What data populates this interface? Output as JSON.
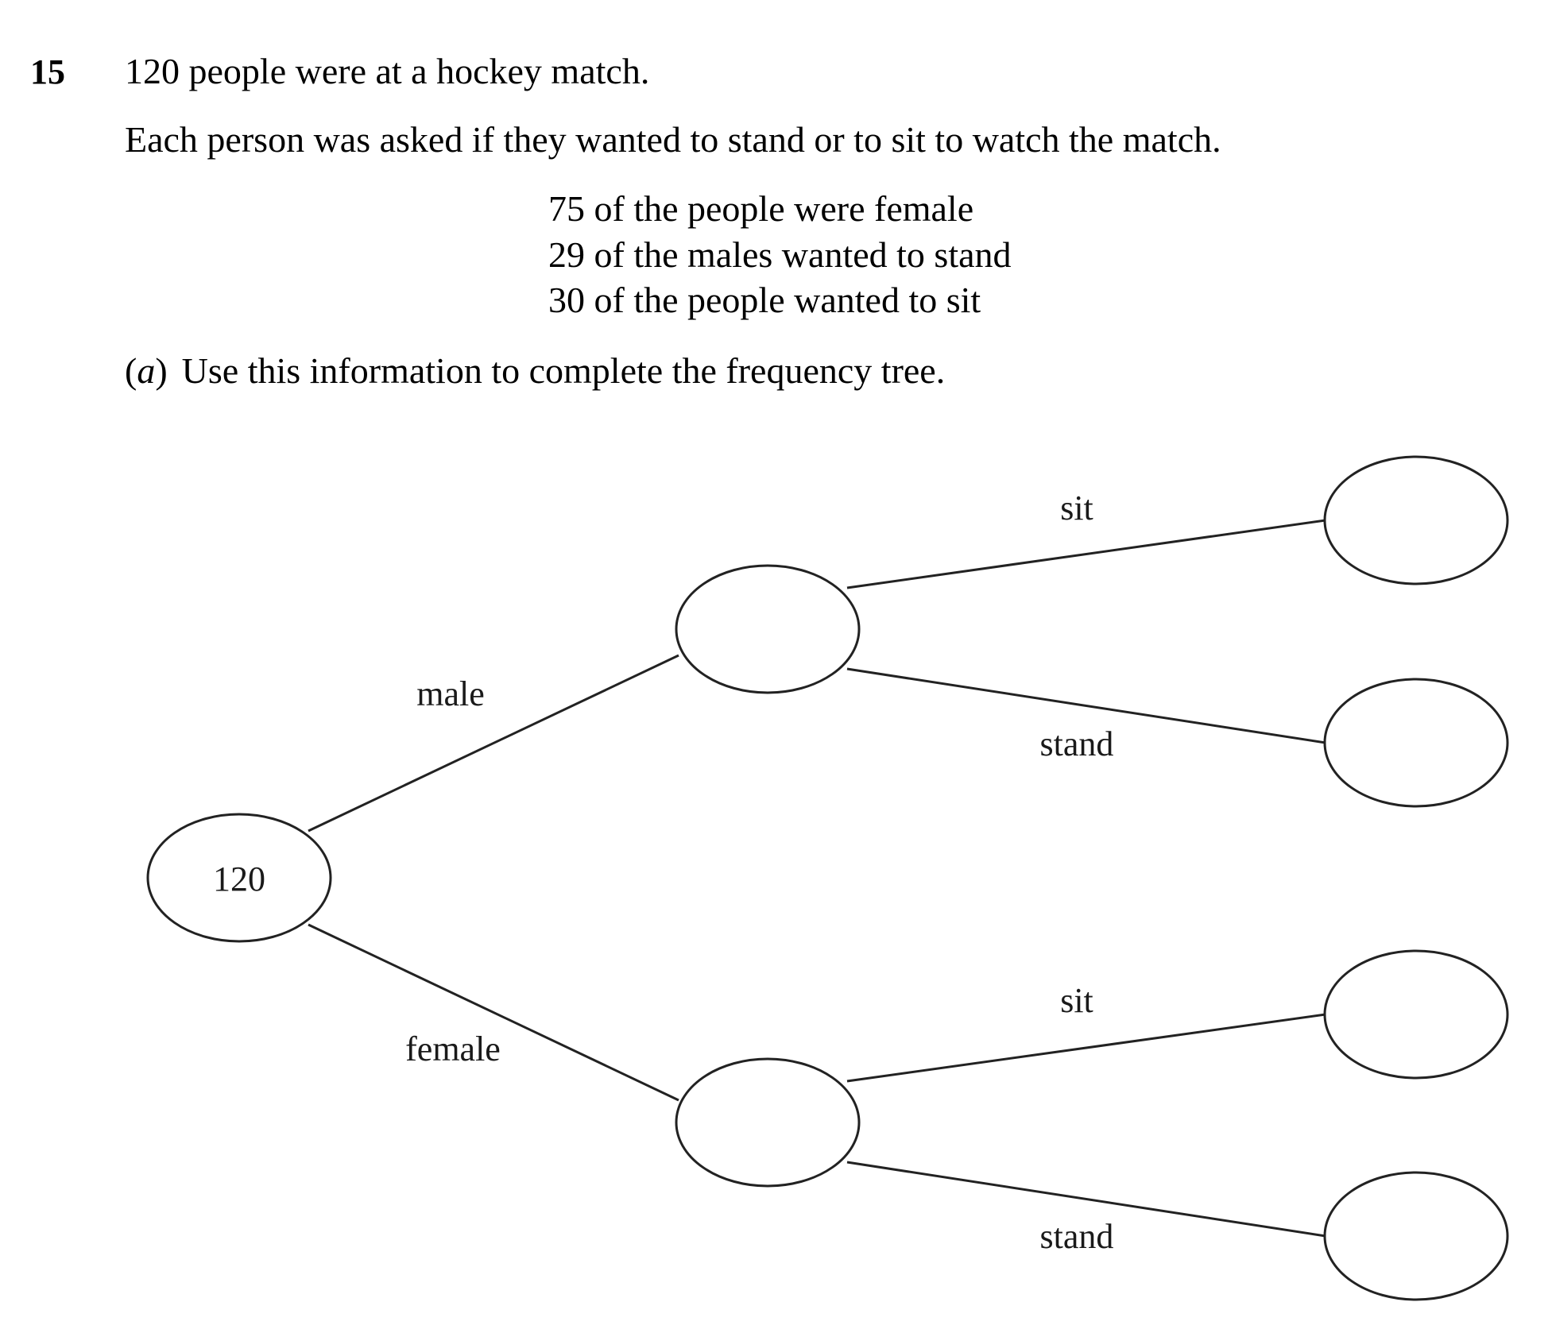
{
  "question": {
    "number": "15",
    "intro": "120 people were at a hockey match.",
    "context": "Each person was asked if they wanted to stand or to sit to watch the match.",
    "facts": [
      "75 of the people were female",
      "29 of the males wanted to stand",
      "30 of the people wanted to sit"
    ],
    "part": {
      "letter": "a",
      "text": "Use this information to complete the frequency tree."
    }
  },
  "tree": {
    "root_value": "120",
    "branch_labels": {
      "male": "male",
      "female": "female",
      "male_sit": "sit",
      "male_stand": "stand",
      "female_sit": "sit",
      "female_stand": "stand"
    }
  }
}
